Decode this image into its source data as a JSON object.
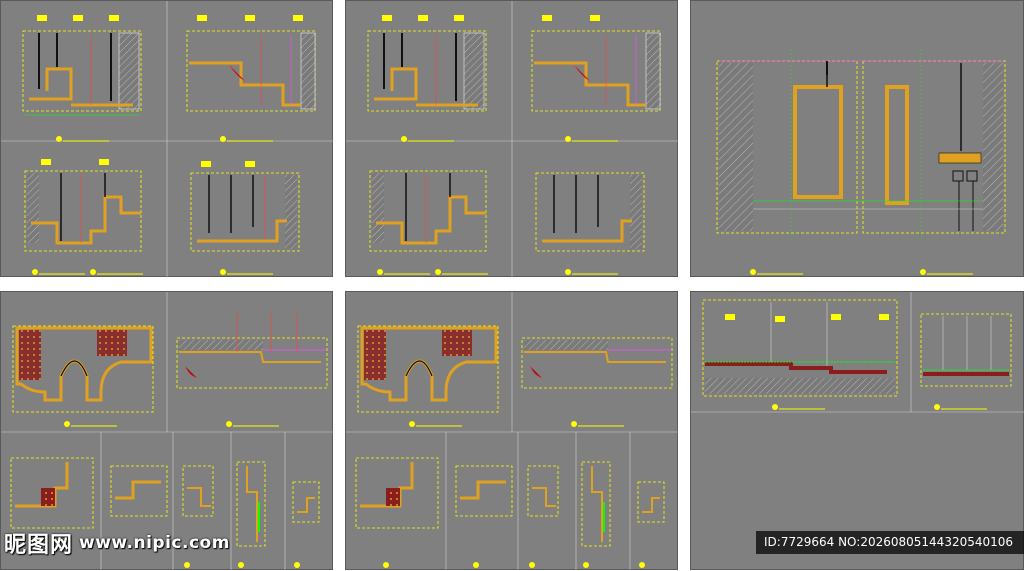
{
  "watermark": {
    "site_cn": "昵图网",
    "site_url": "www.nipic.com"
  },
  "image_id": {
    "text": "ID:7729664 NO:20260805144320540106"
  },
  "colors": {
    "sheet": "#808080",
    "frame": "#ffff00",
    "wall": "#e0a020",
    "accent": "#00ff00",
    "cyan": "#00ffff",
    "magenta": "#ff44ff",
    "red": "#ff4040",
    "dark": "#222222",
    "wood": "#8a1e1e"
  }
}
